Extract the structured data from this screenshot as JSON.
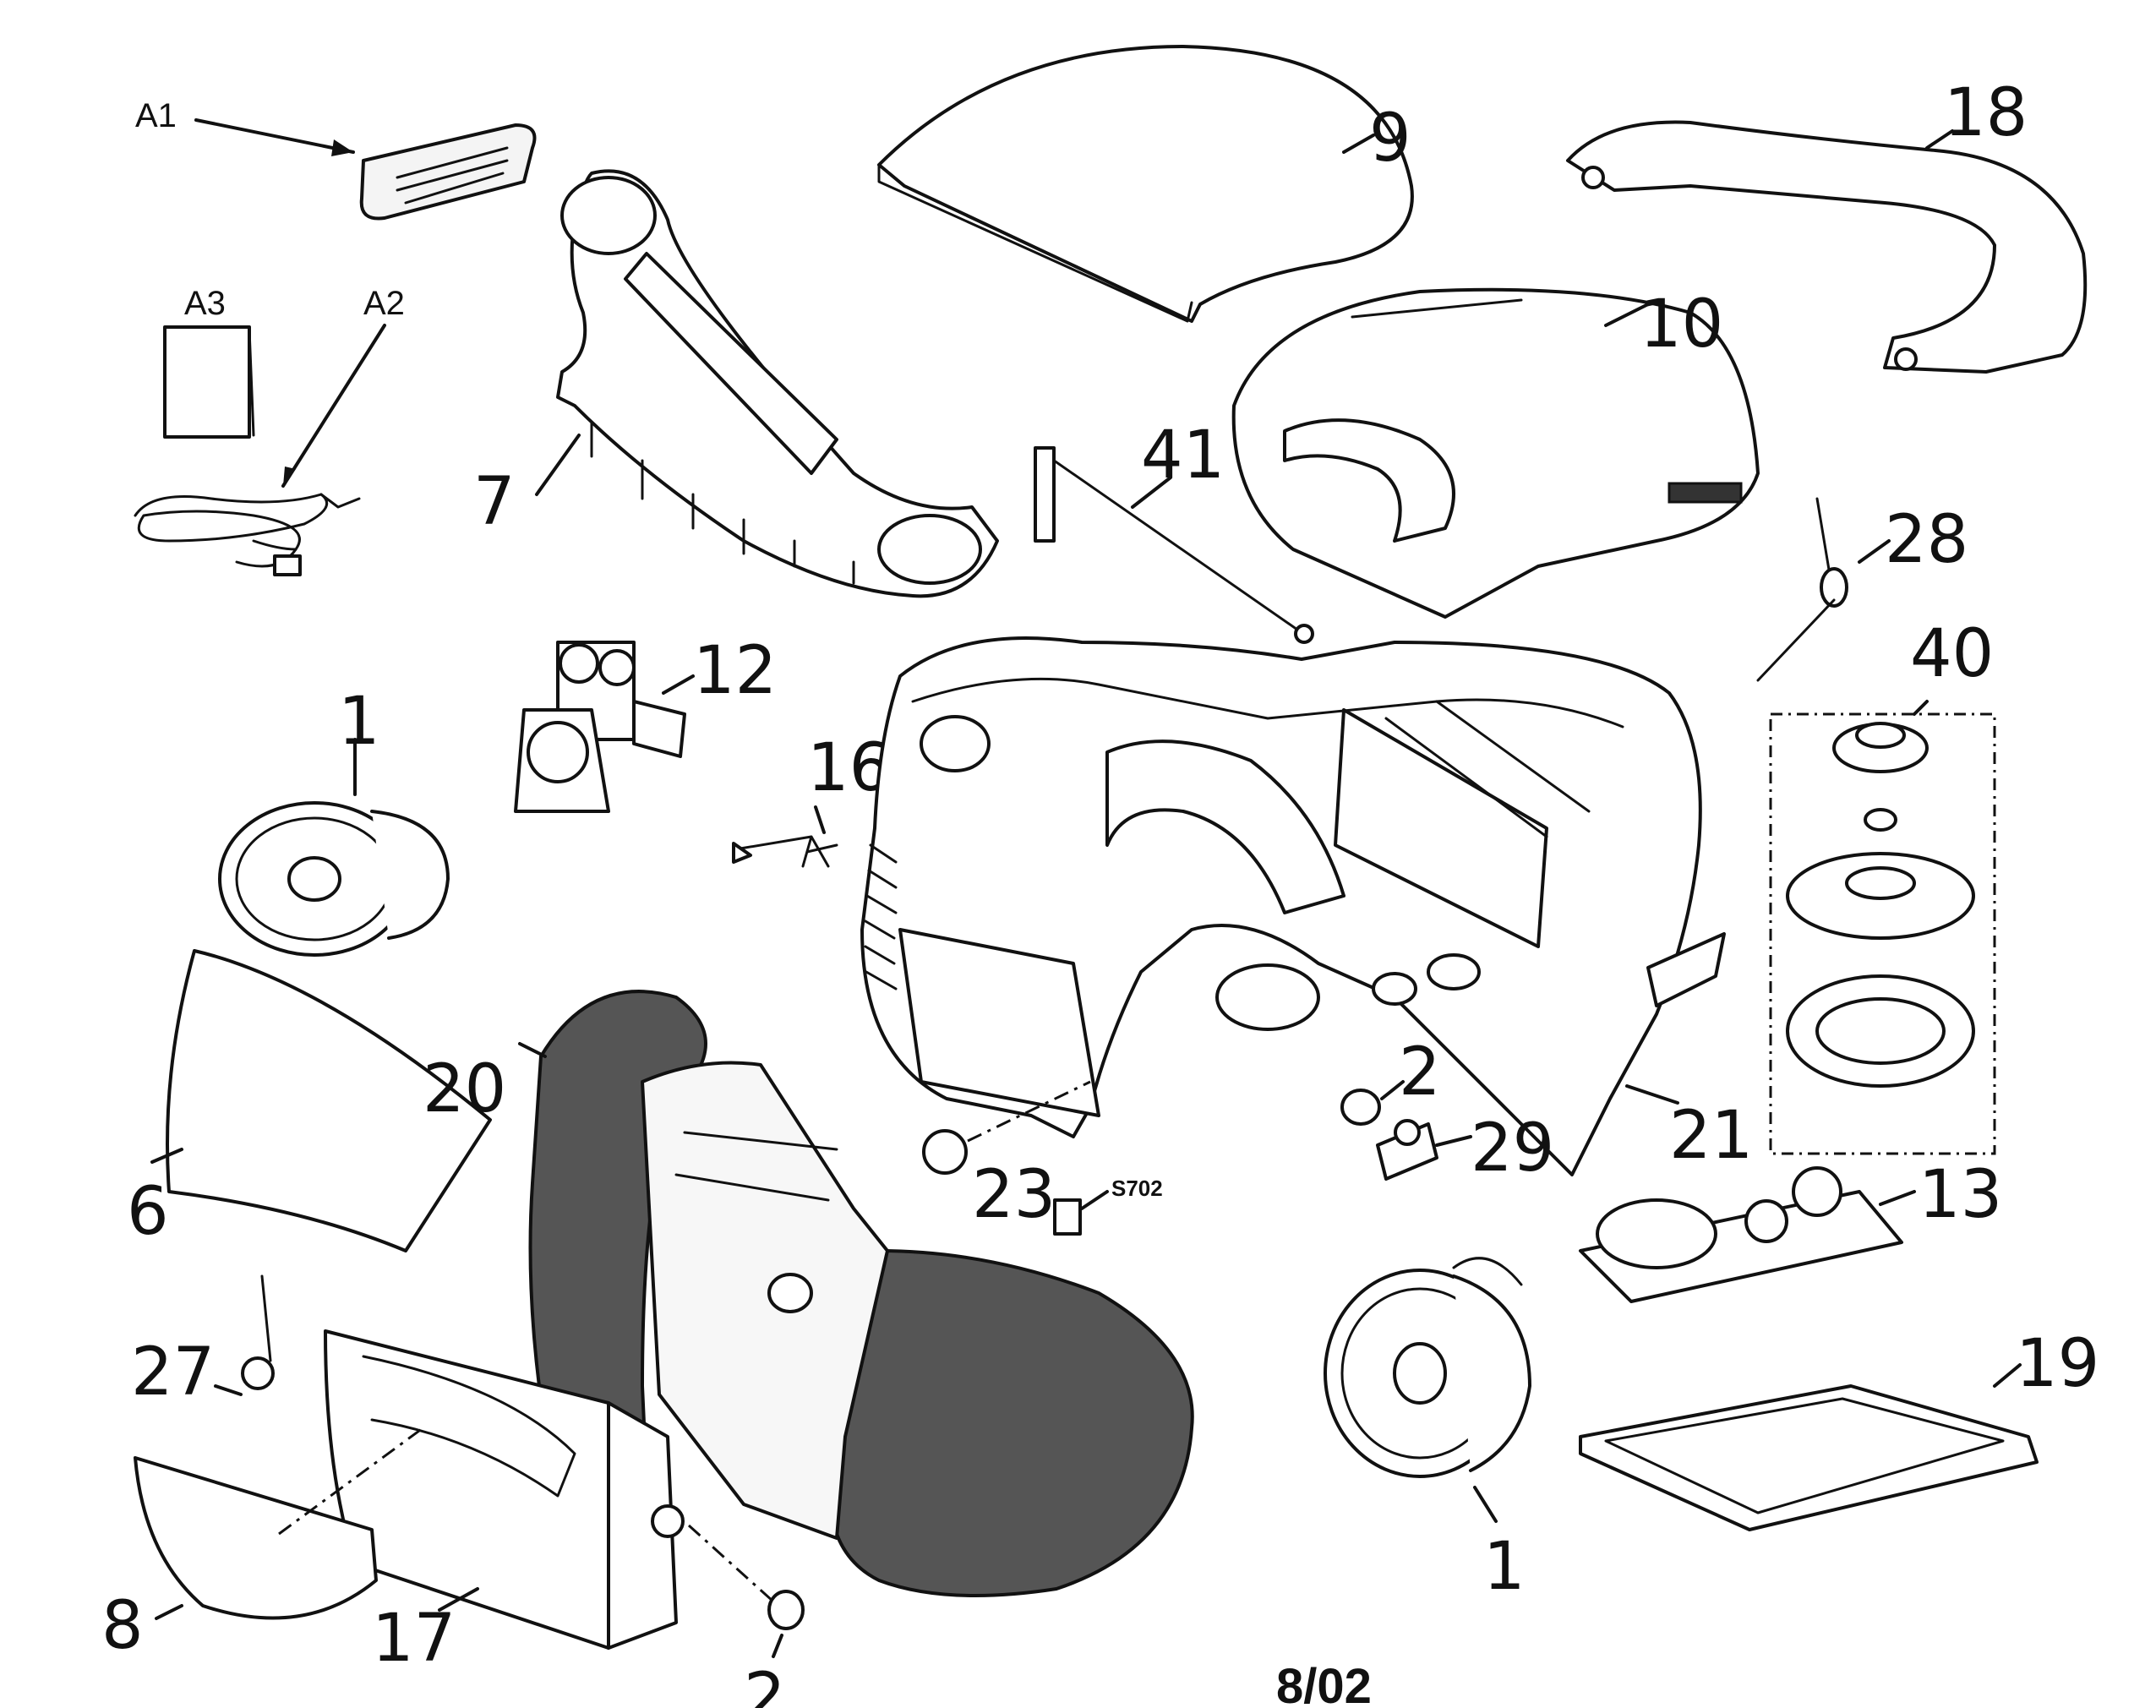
{
  "diagram": {
    "date_code": "8/02",
    "labels": {
      "A1": "A1",
      "A2": "A2",
      "A3": "A3",
      "p1a": "1",
      "p1b": "1",
      "p2a": "2",
      "p2b": "2",
      "p6": "6",
      "p7": "7",
      "p8": "8",
      "p9": "9",
      "p10": "10",
      "p12": "12",
      "p13": "13",
      "p16": "16",
      "p17": "17",
      "p18": "18",
      "p19": "19",
      "p20": "20",
      "p21": "21",
      "p23": "23",
      "p27": "27",
      "p28": "28",
      "p29": "29",
      "p40": "40",
      "p41": "41",
      "s702": "S702"
    },
    "icons": [
      "remote-control",
      "power-cord",
      "manual-booklet",
      "speaker",
      "speaker-grille",
      "cabinet",
      "cd-lid",
      "handle",
      "battery-door"
    ]
  }
}
